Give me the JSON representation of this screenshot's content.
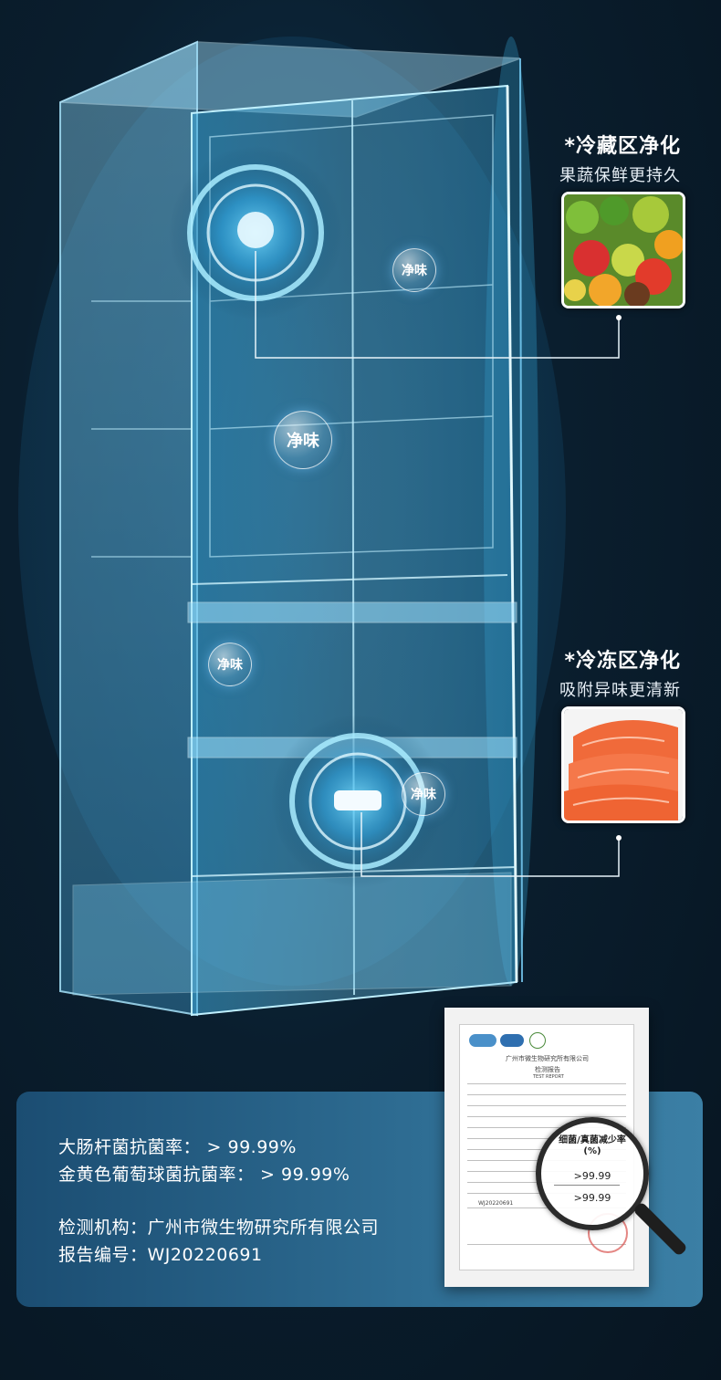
{
  "bubbles": {
    "b1": "净味",
    "b2": "净味",
    "b3": "净味",
    "b4": "净味"
  },
  "fridge_zone": {
    "title": "*冷藏区净化",
    "subtitle": "果蔬保鲜更持久",
    "image": "vegetables-fruits-photo"
  },
  "freezer_zone": {
    "title": "*冷冻区净化",
    "subtitle": "吸附异味更清新",
    "image": "salmon-photo"
  },
  "stats": {
    "line1": "大肠杆菌抗菌率：  > 99.99%",
    "line2": "金黄色葡萄球菌抗菌率：  > 99.99%",
    "line3": "检测机构：广州市微生物研究所有限公司",
    "line4": "报告编号：WJ20220691"
  },
  "report": {
    "header": "广州市微生物研究所有限公司",
    "subheader": "检测报告",
    "sub_en": "TEST REPORT",
    "report_no": "WJ20220691",
    "magnifier_title": "细菌/真菌减少率 (%)",
    "magnifier_v1": ">99.99",
    "magnifier_v2": ">99.99"
  },
  "colors": {
    "glow": "#3ec6ff",
    "fridge_edge": "#7fd6ff",
    "panel": "#2f6e94"
  }
}
